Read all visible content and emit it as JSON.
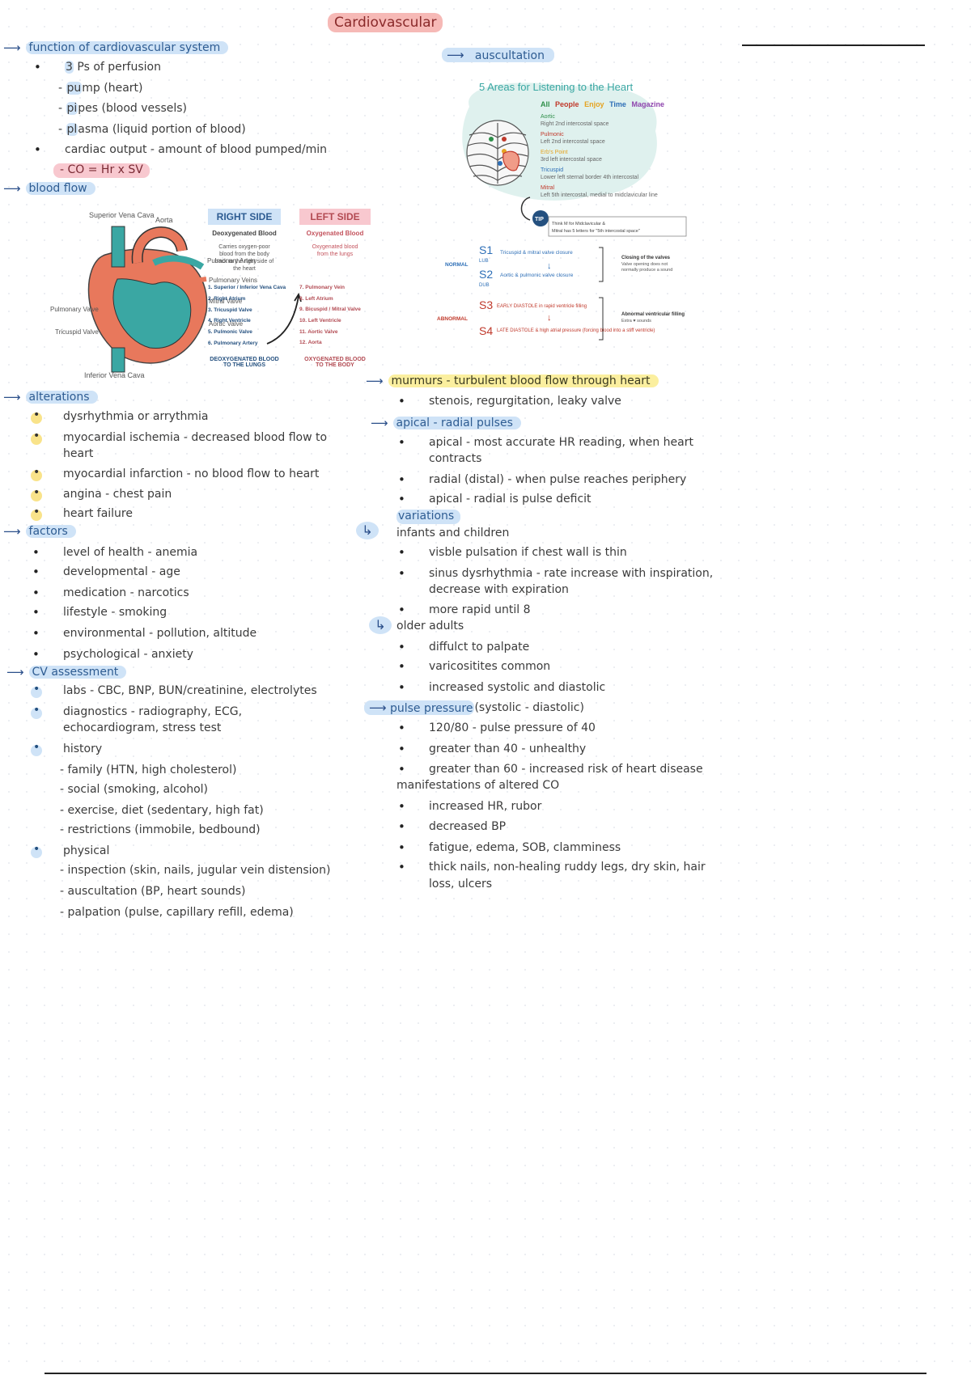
{
  "title": "Cardiovascular",
  "left": {
    "function": {
      "heading": "function of cardiovascular system",
      "ps_num": "3",
      "ps_rest": " Ps of perfusion",
      "pump_key": "pu",
      "pump_rest": "mp (heart)",
      "pipes_key": "pi",
      "pipes_rest": "pes (blood vessels)",
      "plasma_key": "pl",
      "plasma_rest": "asma (liquid portion of blood)",
      "co_line": "cardiac output - amount of blood pumped/min",
      "co_formula": "- CO = Hr x SV"
    },
    "blood_flow": {
      "heading": "blood flow",
      "heart_labels": [
        "Superior Vena Cava",
        "Aorta",
        "Pulmonary Artery",
        "Pulmonary Veins",
        "Pulmonary Valve",
        "Mitral Valve",
        "Tricuspid Valve",
        "Aortic Valve",
        "Inferior Vena Cava"
      ],
      "right_side": {
        "header": "RIGHT SIDE",
        "sub": "Deoxygenated Blood",
        "desc": [
          "Carries oxygen-poor",
          "blood from the body",
          "back to the right side of",
          "the heart"
        ],
        "steps": [
          "1. Superior / Inferior Vena Cava",
          "2. Right Atrium",
          "3. Tricuspid Valve",
          "4. Right Ventricle",
          "5. Pulmonic Valve",
          "6. Pulmonary Artery"
        ],
        "footer": [
          "DEOXYGENATED BLOOD",
          "TO THE LUNGS"
        ]
      },
      "left_side": {
        "header": "LEFT SIDE",
        "sub": "Oxygenated Blood",
        "desc": [
          "Oxygenated blood",
          "from the lungs"
        ],
        "steps": [
          "7. Pulmonary Vein",
          "8. Left Atrium",
          "9. Bicuspid / Mitral Valve",
          "10. Left Ventricle",
          "11. Aortic Valve",
          "12. Aorta"
        ],
        "footer": [
          "OXYGENATED BLOOD",
          "TO THE BODY"
        ]
      }
    },
    "alterations": {
      "heading": "alterations",
      "items": [
        "dysrhythmia or arrythmia",
        "myocardial ischemia - decreased blood flow to",
        "heart",
        "myocardial infarction - no blood flow to heart",
        "angina - chest pain",
        "heart failure"
      ]
    },
    "factors": {
      "heading": "factors",
      "items": [
        "level of health - anemia",
        "developmental - age",
        "medication - narcotics",
        "lifestyle - smoking",
        "environmental - pollution, altitude",
        "psychological - anxiety"
      ]
    },
    "cv_assessment": {
      "heading": "CV assessment",
      "labs": "labs - CBC, BNP, BUN/creatinine, electrolytes",
      "diag1": "diagnostics - radiography, ECG,",
      "diag2": "echocardiogram, stress test",
      "history": "history",
      "history_items": [
        "- family (HTN, high cholesterol)",
        "- social (smoking, alcohol)",
        "- exercise, diet (sedentary, high fat)",
        "- restrictions (immobile, bedbound)"
      ],
      "physical": "physical",
      "physical_items": [
        "- inspection (skin, nails, jugular vein distension)",
        "- auscultation (BP, heart sounds)",
        "- palpation (pulse, capillary refill, edema)"
      ]
    }
  },
  "right": {
    "auscultation": {
      "heading": "auscultation",
      "diagram_title": "5 Areas for Listening to the Heart",
      "mnemonic": [
        "All",
        "People",
        "Enjoy",
        "Time",
        "Magazine"
      ],
      "areas": [
        {
          "name": "Aortic",
          "desc": "Right 2nd intercostal space"
        },
        {
          "name": "Pulmonic",
          "desc": "Left 2nd intercostal space"
        },
        {
          "name": "Erb's Point",
          "desc": "3rd left intercostal space"
        },
        {
          "name": "Tricuspid",
          "desc": "Lower left sternal border 4th intercostal"
        },
        {
          "name": "Mitral",
          "desc": "Left 5th intercostal, medial to midclavicular line"
        }
      ],
      "tip_badge": "TIP",
      "tip": [
        "Think M for Midclavicular &",
        "Mitral has 5 letters for \"5th intercostal space\""
      ],
      "normal_label": "NORMAL",
      "abnormal_label": "ABNORMAL",
      "sounds": [
        {
          "code": "S1",
          "word": "LUB",
          "desc": "Tricuspid & mitral valve closure"
        },
        {
          "code": "S2",
          "word": "DUB",
          "desc": "Aortic & pulmonic valve closure"
        },
        {
          "code": "S3",
          "word": "",
          "desc": "EARLY DIASTOLE in rapid ventricle filling"
        },
        {
          "code": "S4",
          "word": "",
          "desc": "LATE DIASTOLE & high atrial pressure (forcing blood into a stiff ventricle)"
        }
      ],
      "normal_note": [
        "Closing of the valves",
        "Valve opening does not",
        "normally produce a sound"
      ],
      "abnormal_note": [
        "Abnormal ventricular filling",
        "Extra ♥ sounds"
      ]
    },
    "murmurs": {
      "heading": "murmurs - turbulent blood flow through heart",
      "items": [
        "stenois, regurgitation, leaky valve"
      ]
    },
    "pulses": {
      "heading": "apical - radial pulses",
      "item1a": "apical - most accurate HR reading, when heart",
      "item1b": "contracts",
      "item2": "radial (distal) - when pulse reaches periphery",
      "item3": "apical - radial is pulse deficit"
    },
    "variations": {
      "heading": "variations",
      "infants": "infants and children",
      "infant_items": [
        "visble pulsation if chest wall is thin",
        "sinus dysrhythmia - rate increase with inspiration,",
        "decrease with expiration",
        "more rapid until 8"
      ],
      "older": "older adults",
      "older_items": [
        "diffulct to palpate",
        "varicositites common",
        "increased systolic and diastolic"
      ]
    },
    "pulse_pressure": {
      "heading": "pulse pressure",
      "heading_rest": " (systolic - diastolic)",
      "items": [
        "120/80 - pulse pressure of 40",
        "greater than 40 - unhealthy",
        "greater than 60 - increased risk of heart disease"
      ]
    },
    "altered_co": {
      "heading": "manifestations of altered CO",
      "items": [
        "increased HR, rubor",
        "decreased BP",
        "fatigue, edema, SOB, clamminess",
        "thick nails, non-healing ruddy legs, dry skin, hair",
        "loss, ulcers"
      ]
    }
  },
  "colors": {
    "blue_highlight": "#cfe3f7",
    "pink_highlight": "#f8c8cf",
    "yellow_highlight": "#fbef9f"
  }
}
